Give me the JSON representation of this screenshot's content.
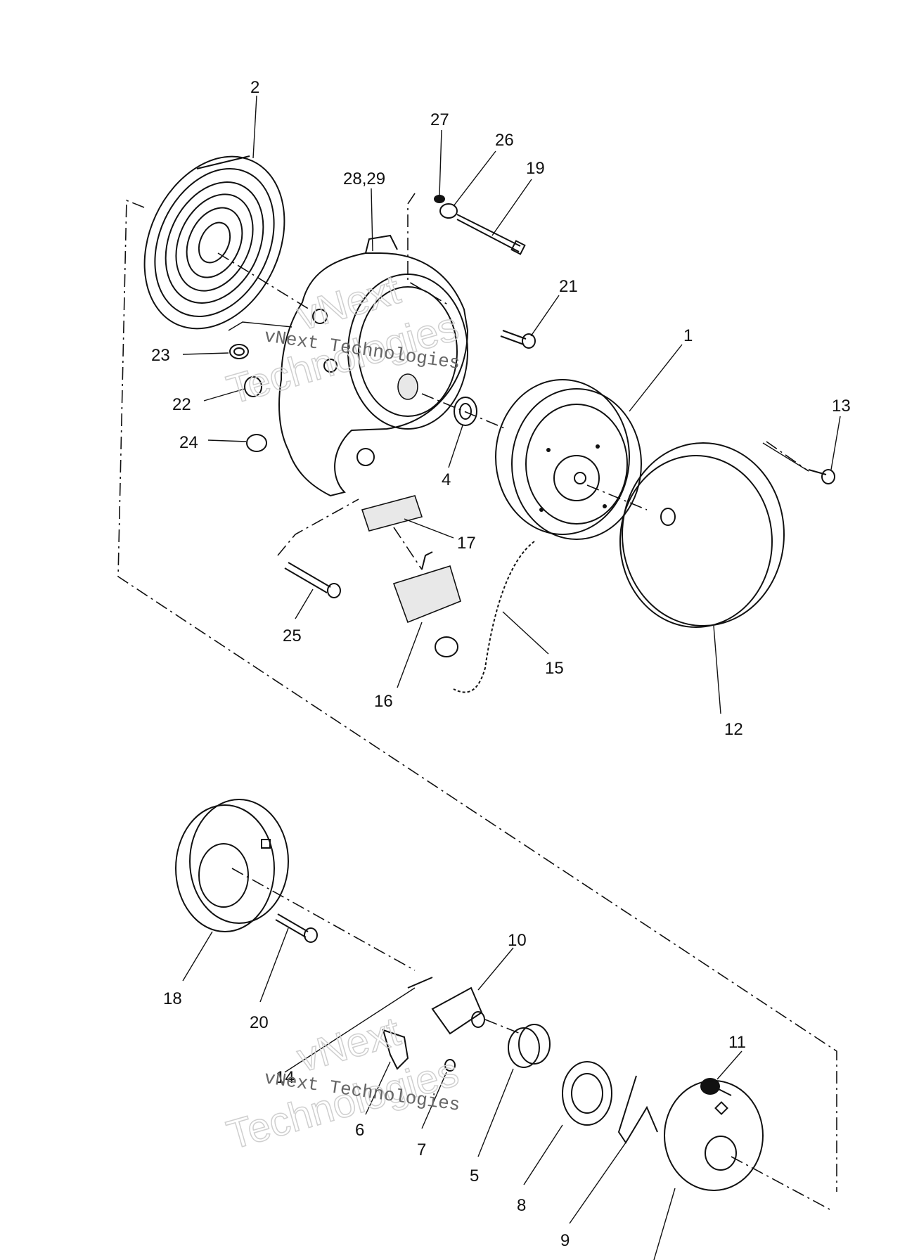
{
  "callouts": [
    {
      "id": "2",
      "text": "2"
    },
    {
      "id": "27",
      "text": "27"
    },
    {
      "id": "26",
      "text": "26"
    },
    {
      "id": "19",
      "text": "19"
    },
    {
      "id": "28_29",
      "text": "28,29"
    },
    {
      "id": "21",
      "text": "21"
    },
    {
      "id": "1",
      "text": "1"
    },
    {
      "id": "13",
      "text": "13"
    },
    {
      "id": "23",
      "text": "23"
    },
    {
      "id": "22",
      "text": "22"
    },
    {
      "id": "24",
      "text": "24"
    },
    {
      "id": "4",
      "text": "4"
    },
    {
      "id": "17",
      "text": "17"
    },
    {
      "id": "25",
      "text": "25"
    },
    {
      "id": "15",
      "text": "15"
    },
    {
      "id": "16",
      "text": "16"
    },
    {
      "id": "12",
      "text": "12"
    },
    {
      "id": "10",
      "text": "10"
    },
    {
      "id": "18",
      "text": "18"
    },
    {
      "id": "20",
      "text": "20"
    },
    {
      "id": "14",
      "text": "14"
    },
    {
      "id": "11",
      "text": "11"
    },
    {
      "id": "6",
      "text": "6"
    },
    {
      "id": "7",
      "text": "7"
    },
    {
      "id": "5",
      "text": "5"
    },
    {
      "id": "8",
      "text": "8"
    },
    {
      "id": "9",
      "text": "9"
    }
  ],
  "watermark": {
    "brand": "vNext",
    "company": "vNext Technologies",
    "word": "Technologies"
  }
}
